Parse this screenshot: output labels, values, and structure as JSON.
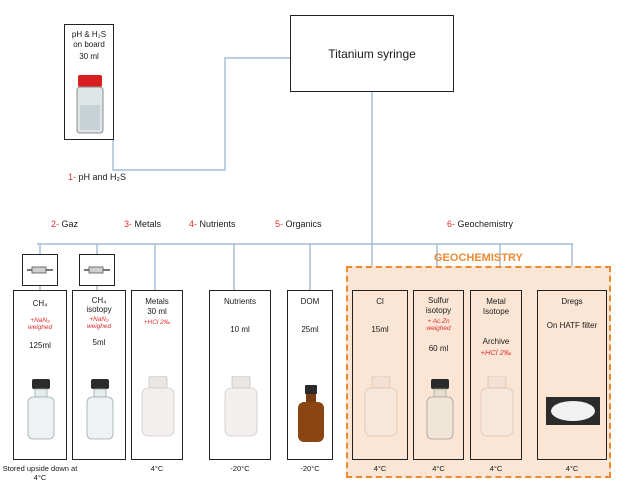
{
  "top": {
    "main": "Titanium syringe",
    "onboard": [
      "pH & H₂S",
      "on board",
      "30 ml"
    ]
  },
  "steps": [
    {
      "num": "1-",
      "label": "pH and H₂S"
    },
    {
      "num": "2-",
      "label": "Gaz"
    },
    {
      "num": "3-",
      "label": "Metals"
    },
    {
      "num": "4-",
      "label": "Nutrients"
    },
    {
      "num": "5-",
      "label": "Organics"
    },
    {
      "num": "6-",
      "label": "Geochemistry"
    }
  ],
  "group_title": "GEOCHEMISTRY",
  "samples": [
    {
      "title": "CH₄",
      "title2": "",
      "note": "+NaN₃ weighed",
      "vol": "125ml",
      "temp": "Stored upside down at 4°C"
    },
    {
      "title": "CH₄",
      "title2": "isotopy",
      "note": "+NaN₃ weighed",
      "vol": "5ml",
      "temp": ""
    },
    {
      "title": "Metals",
      "title2": "30 ml",
      "note": "+HCl 2‰",
      "vol": "",
      "temp": "4°C"
    },
    {
      "title": "Nutrients",
      "title2": "",
      "note": "",
      "vol": "10 ml",
      "temp": "-20°C"
    },
    {
      "title": "DOM",
      "title2": "",
      "note": "",
      "vol": "25ml",
      "temp": "-20°C"
    },
    {
      "title": "Cl",
      "title2": "",
      "note": "",
      "vol": "15ml",
      "temp": "4°C"
    },
    {
      "title": "Sulfur",
      "title2": "isotopy",
      "note": "+ Ac.Zn weighed",
      "vol": "60 ml",
      "temp": "4°C"
    },
    {
      "title": "Metal",
      "title2": "Isotope",
      "note": "+HCl 2‰",
      "vol": "Archive",
      "temp": "4°C"
    },
    {
      "title": "Dregs",
      "title2": "",
      "note": "",
      "vol": "On HATF filter",
      "temp": "4°C"
    }
  ]
}
